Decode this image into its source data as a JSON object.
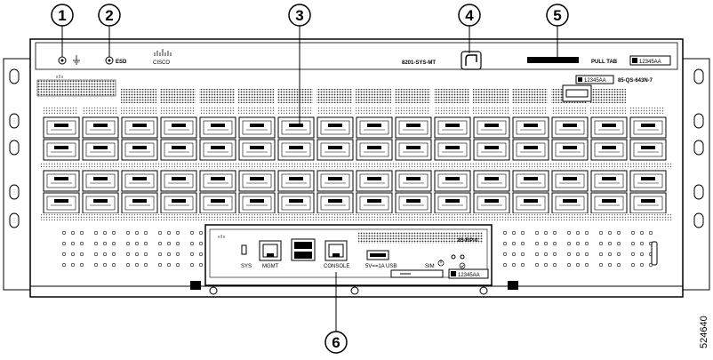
{
  "callouts": [
    "1",
    "2",
    "3",
    "4",
    "5",
    "6"
  ],
  "chassis": {
    "brand_text": "CISCO",
    "model_label": "8201-SYS-MT",
    "pull_tab_label": "PULL TAB",
    "serial_label": "12345AA",
    "port_card_label": "85-QS-643N-7",
    "ground_label": "ESD",
    "port_module": {
      "label": "85-RP-0",
      "sys_label": "SYS",
      "mgmt_label": "MGMT",
      "console_label": "CONSOLE",
      "usb_label": "5V==1A USB",
      "sim_label": "SIM",
      "serial_label": "12345AA"
    }
  },
  "figure_id": "524640"
}
